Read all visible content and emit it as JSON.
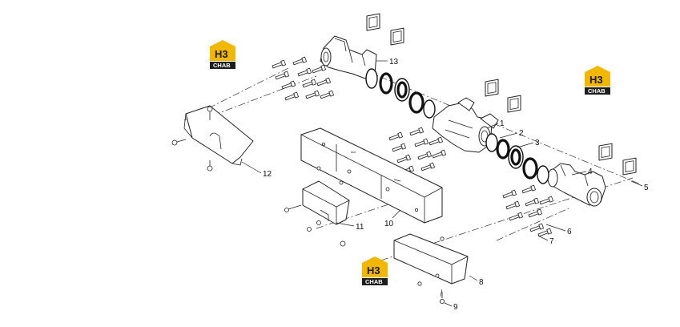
{
  "callouts": [
    "1",
    "2",
    "3",
    "4",
    "5",
    "6",
    "7",
    "8",
    "9",
    "10",
    "11",
    "12",
    "13"
  ],
  "logo": {
    "mark": "H3",
    "text": "CHAB",
    "color_yellow": "#f2b800",
    "color_dark": "#1e1e1e"
  },
  "line_color": "#222222"
}
